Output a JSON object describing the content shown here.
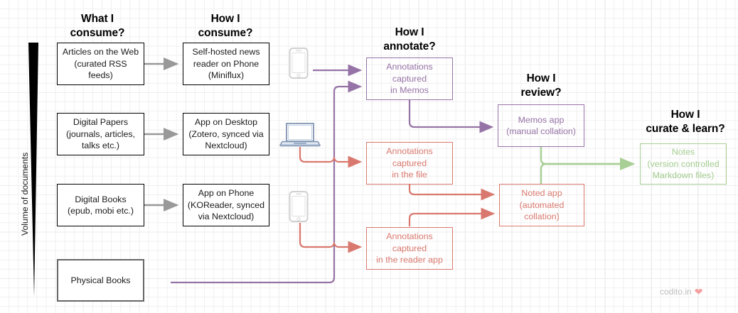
{
  "headers": [
    {
      "id": "what-i-consume",
      "line1": "What I",
      "line2": "consume?"
    },
    {
      "id": "how-i-consume",
      "line1": "How I",
      "line2": "consume?"
    },
    {
      "id": "how-i-annotate",
      "line1": "How I",
      "line2": "annotate?"
    },
    {
      "id": "how-i-review",
      "line1": "How I",
      "line2": "review?"
    },
    {
      "id": "how-i-curate-learn",
      "line1": "How I",
      "line2": "curate & learn?"
    }
  ],
  "axis": {
    "label": "Volume of documents"
  },
  "consume_sources": [
    {
      "id": "articles-web",
      "line1": "Articles on the Web",
      "line2": "(curated RSS feeds)",
      "line3": ""
    },
    {
      "id": "digital-papers",
      "line1": "Digital Papers",
      "line2": "(journals, articles,",
      "line3": "talks etc.)"
    },
    {
      "id": "digital-books",
      "line1": "Digital Books",
      "line2": "(epub, mobi etc.)",
      "line3": ""
    },
    {
      "id": "physical-books",
      "line1": "Physical Books",
      "line2": "",
      "line3": ""
    }
  ],
  "consume_methods": [
    {
      "id": "news-reader-phone",
      "line1": "Self-hosted news",
      "line2": "reader on Phone",
      "line3": "(Miniflux)"
    },
    {
      "id": "app-on-desktop",
      "line1": "App on Desktop",
      "line2": "(Zotero, synced via",
      "line3": "Nextcloud)"
    },
    {
      "id": "app-on-phone",
      "line1": "App on Phone",
      "line2": "(KOReader, synced",
      "line3": "via Nextcloud)"
    }
  ],
  "devices": [
    {
      "id": "phone-top",
      "icon": "phone-icon"
    },
    {
      "id": "laptop",
      "icon": "laptop-icon"
    },
    {
      "id": "phone-bottom",
      "icon": "phone-icon"
    }
  ],
  "annotations": [
    {
      "id": "annotations-memos",
      "line1": "Annotations captured",
      "line2": "in Memos",
      "color": "#9673a6"
    },
    {
      "id": "annotations-file",
      "line1": "Annotations captured",
      "line2": "in the file",
      "color": "#d9786e"
    },
    {
      "id": "annotations-reader",
      "line1": "Annotations captured",
      "line2": "in the reader app",
      "color": "#d9786e"
    }
  ],
  "review_apps": [
    {
      "id": "memos-app",
      "line1": "Memos app",
      "line2": "(manual collation)",
      "color": "#9673a6"
    },
    {
      "id": "noted-app",
      "line1": "Noted app",
      "line2": "(automated collation)",
      "color": "#d9786e"
    }
  ],
  "curate": {
    "id": "notes-markdown",
    "line1": "Notes",
    "line2": "(version controlled",
    "line3": "Markdown files)",
    "color": "#a3cc8f"
  },
  "watermark": {
    "text": "codito.in",
    "heart": "❤"
  },
  "colors": {
    "purple": "#9673a6",
    "red": "#d9786e",
    "green": "#a8cf96",
    "gray_arrow": "#999999",
    "black": "#000000",
    "grid": "#e8e8e8"
  }
}
